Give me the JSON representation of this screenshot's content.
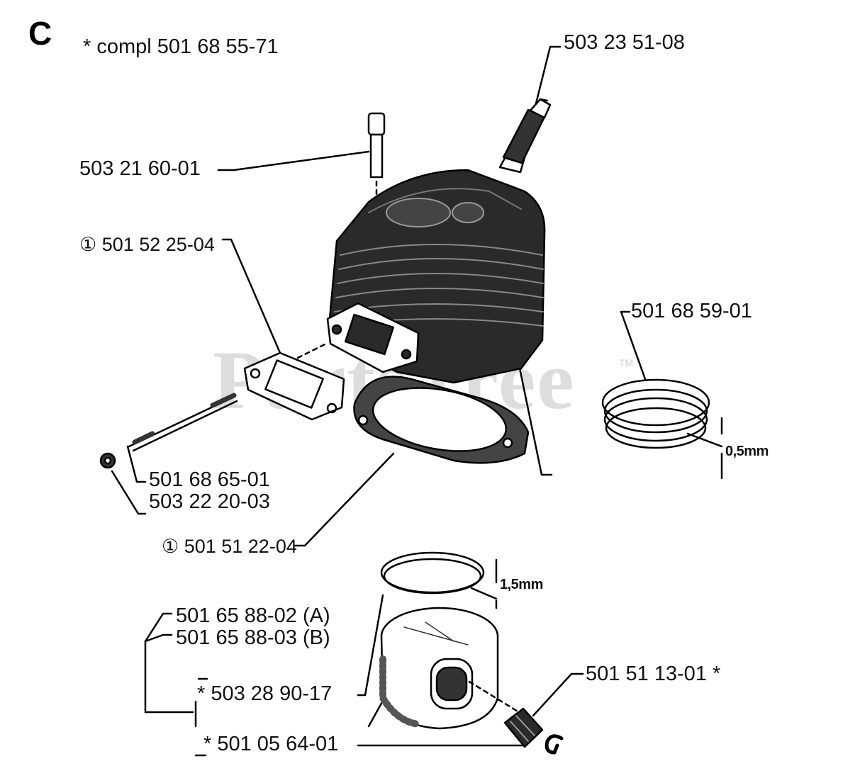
{
  "diagram": {
    "section_letter": "C",
    "compl_note": "*  compl 501 68 55-71",
    "watermark": "PartsTree",
    "watermark_tm": "TM",
    "parts": {
      "spark_plug": "503 23 51-08",
      "bolt": "503 21 60-01",
      "exhaust_gasket": "① 501 52 25-04",
      "cylinder_base_gasket": "① 501 51 22-04",
      "stud": "501 68 65-01",
      "nut": "503 22 20-03",
      "ring_set_upper": "501 68 59-01",
      "piston_a": "501 65 88-02 (A)",
      "piston_b": "501 65 88-03 (B)",
      "piston_ring": "*  503 28 90-17",
      "piston_pin": "*  501 05 64-01",
      "needle_bearing": "501 51 13-01  *"
    },
    "dimensions": {
      "ring_thickness_upper": "0,5mm",
      "ring_thickness_lower": "1,5mm"
    }
  }
}
